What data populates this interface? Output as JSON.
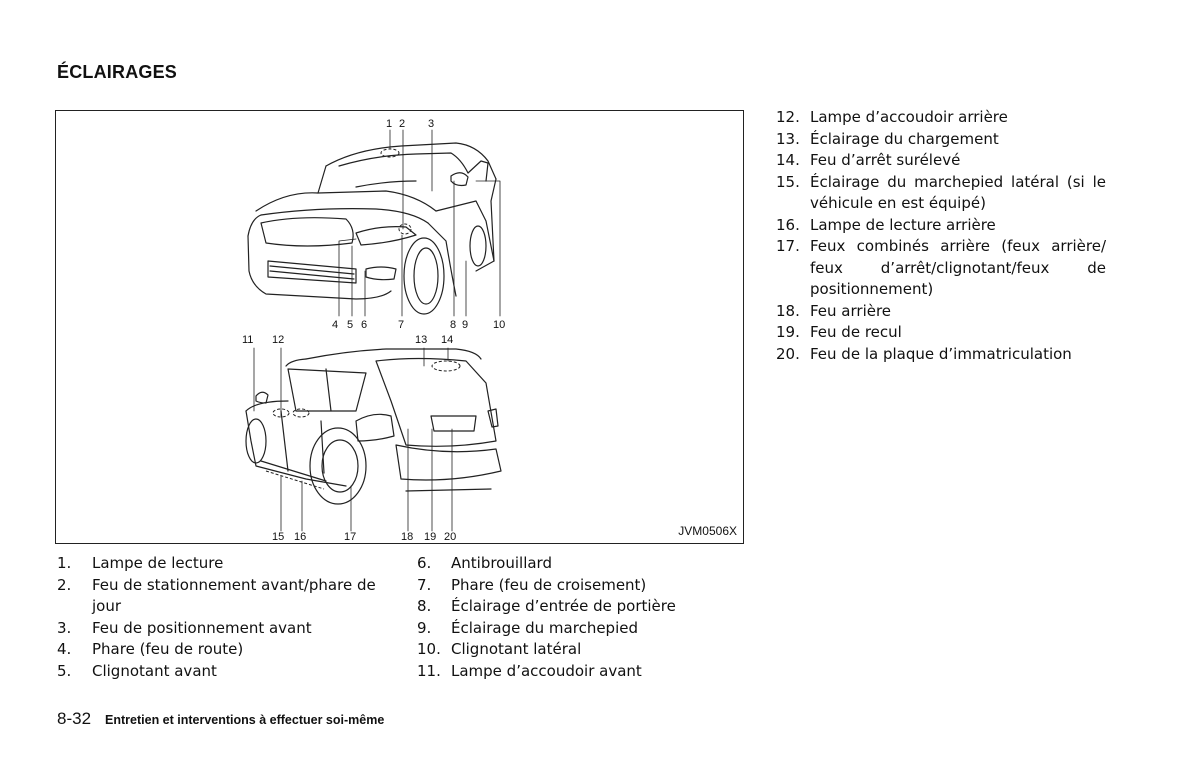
{
  "header": {
    "title": "ÉCLAIRAGES"
  },
  "figure": {
    "code": "JVM0506X",
    "callouts_top": [
      "1",
      "2",
      "3",
      "4",
      "5",
      "6",
      "7",
      "8",
      "9",
      "10"
    ],
    "callouts_bottom": [
      "11",
      "12",
      "13",
      "14",
      "15",
      "16",
      "17",
      "18",
      "19",
      "20"
    ]
  },
  "legend_left": [
    {
      "num": "1.",
      "text": "Lampe de lecture"
    },
    {
      "num": "2.",
      "text": "Feu de stationnement avant/phare de jour"
    },
    {
      "num": "3.",
      "text": "Feu de positionnement avant"
    },
    {
      "num": "4.",
      "text": "Phare (feu de route)"
    },
    {
      "num": "5.",
      "text": "Clignotant avant"
    }
  ],
  "legend_mid": [
    {
      "num": "6.",
      "text": "Antibrouillard"
    },
    {
      "num": "7.",
      "text": "Phare (feu de croisement)"
    },
    {
      "num": "8.",
      "text": "Éclairage d’entrée de portière"
    },
    {
      "num": "9.",
      "text": "Éclairage du marchepied"
    },
    {
      "num": "10.",
      "text": "Clignotant latéral"
    },
    {
      "num": "11.",
      "text": "Lampe d’accoudoir avant"
    }
  ],
  "legend_right": [
    {
      "num": "12.",
      "text": "Lampe d’accoudoir arrière"
    },
    {
      "num": "13.",
      "text": "Éclairage du chargement"
    },
    {
      "num": "14.",
      "text": "Feu d’arrêt surélevé"
    },
    {
      "num": "15.",
      "text": "Éclairage du marchepied latéral (si le véhicule en est équipé)"
    },
    {
      "num": "16.",
      "text": "Lampe de lecture arrière"
    },
    {
      "num": "17.",
      "text": "Feux combinés arrière (feux arrière/ feux d’arrêt/clignotant/feux de position­nement)"
    },
    {
      "num": "18.",
      "text": "Feu arrière"
    },
    {
      "num": "19.",
      "text": "Feu de recul"
    },
    {
      "num": "20.",
      "text": "Feu de la plaque d’immatriculation"
    }
  ],
  "footer": {
    "page_number": "8-32",
    "section": "Entretien et interventions à effectuer soi-même"
  }
}
